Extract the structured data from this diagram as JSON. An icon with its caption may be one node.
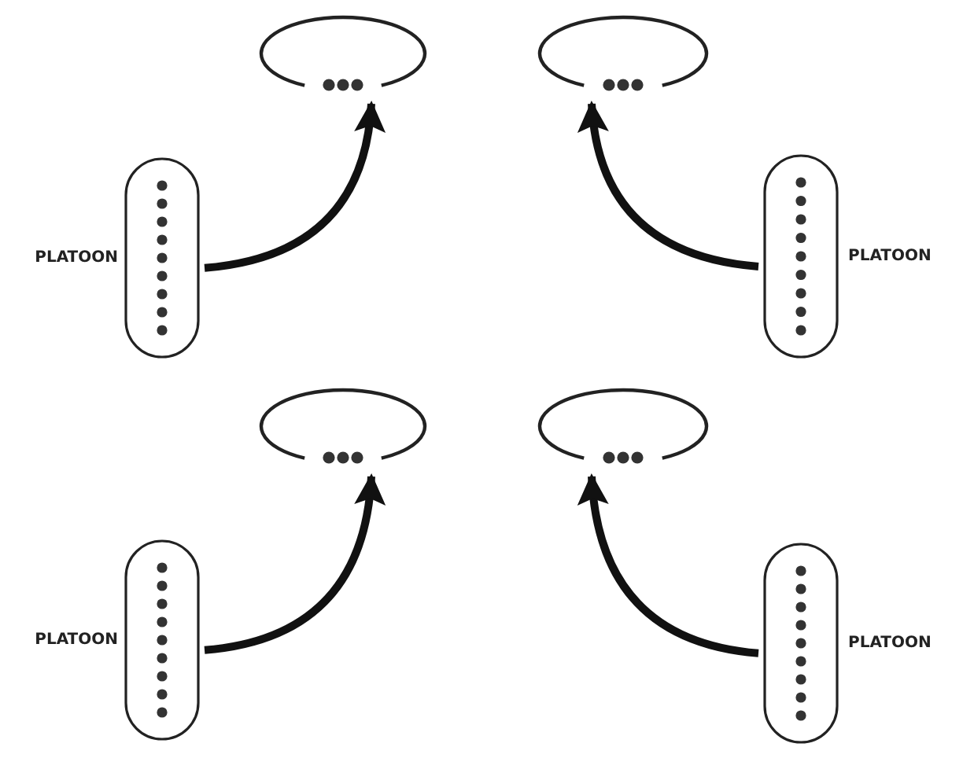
{
  "diagram": {
    "nodes": [
      {
        "text": [],
        "shape": "circle"
      },
      {
        "text": [],
        "shape": "circle"
      },
      {
        "text": [
          "PLATOON"
        ]
      },
      {
        "text": [
          "PLATOON"
        ]
      },
      {
        "text": [],
        "shape": "circle"
      },
      {
        "text": [],
        "shape": "circle"
      },
      {
        "text": [
          "PLATOON"
        ]
      },
      {
        "text": [
          "PLATOON"
        ]
      }
    ],
    "edges": [
      {
        "from": 2,
        "to": 0,
        "arrow": "to"
      },
      {
        "from": 3,
        "to": 1,
        "arrow": "to"
      },
      {
        "from": 6,
        "to": 4,
        "arrow": "to"
      },
      {
        "from": 7,
        "to": 5,
        "arrow": "to"
      }
    ]
  }
}
